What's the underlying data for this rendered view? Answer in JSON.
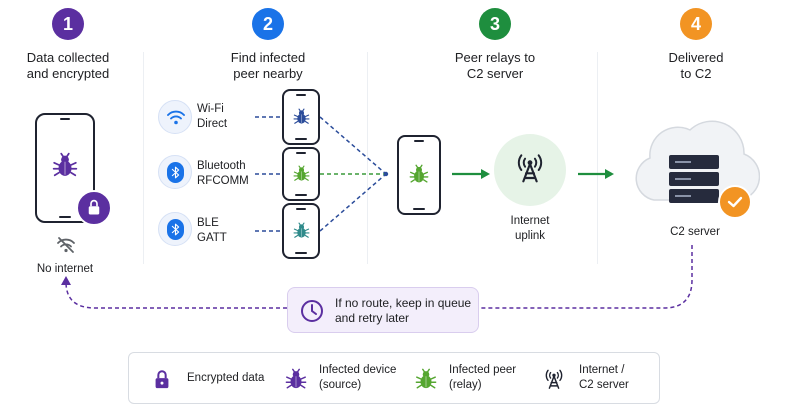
{
  "steps": [
    {
      "number": "1",
      "title": "Data collected\nand encrypted",
      "color": "#5b2fa0"
    },
    {
      "number": "2",
      "title": "Find infected\npeer nearby",
      "color": "#1a73e8"
    },
    {
      "number": "3",
      "title": "Peer relays to\nC2 server",
      "color": "#1e8e3e"
    },
    {
      "number": "4",
      "title": "Delivered\nto C2",
      "color": "#f29423"
    }
  ],
  "source": {
    "no_internet_label": "No internet"
  },
  "channels": [
    {
      "label": "Wi-Fi\nDirect",
      "icon": "wifi-icon"
    },
    {
      "label": "Bluetooth\nRFCOMM",
      "icon": "bluetooth-icon"
    },
    {
      "label": "BLE\nGATT",
      "icon": "bluetooth-icon"
    }
  ],
  "internet_label": "Internet\nuplink",
  "c2_label": "C2 server",
  "queue_note": "If no route, keep in queue\nand retry later",
  "legend": [
    {
      "icon": "lock-icon",
      "label": "Encrypted data"
    },
    {
      "icon": "bug-icon",
      "label": "Infected device\n(source)",
      "color": "#5b2fa0"
    },
    {
      "icon": "bug-icon",
      "label": "Infected peer\n(relay)",
      "color": "#55a630"
    },
    {
      "icon": "tower-icon",
      "label": "Internet /\nC2 server"
    }
  ],
  "colors": {
    "purple": "#5b2fa0",
    "blue": "#1a73e8",
    "green": "#1e8e3e",
    "orange": "#f29423",
    "bug_green": "#55a630",
    "bug_teal": "#2f8a8a"
  }
}
